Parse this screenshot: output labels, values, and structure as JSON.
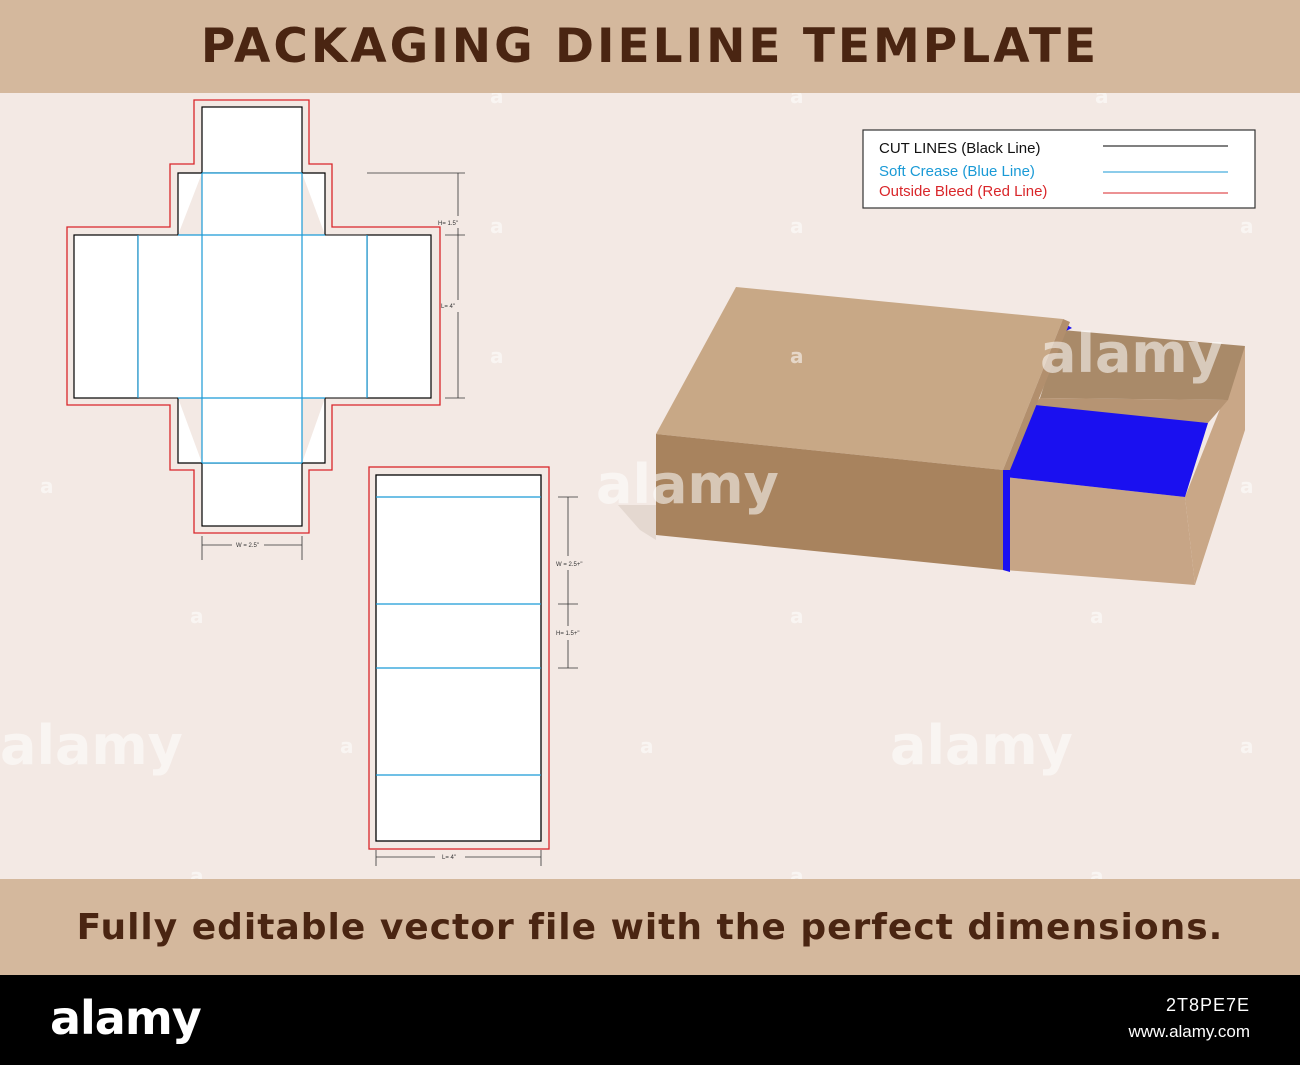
{
  "header": {
    "title": "PACKAGING DIELINE TEMPLATE"
  },
  "legend": {
    "cut": "CUT LINES (Black Line)",
    "crease": "Soft Crease (Blue Line)",
    "bleed": "Outside Bleed (Red Line)"
  },
  "dimensions": {
    "tray_height": "H= 1.5\"",
    "tray_length": "L= 4\"",
    "tray_width": "W = 2.5\"",
    "sleeve_width": "W = 2.5+\"",
    "sleeve_height": "H= 1.5+\"",
    "sleeve_length": "L= 4\""
  },
  "footer": {
    "tagline": "Fully editable vector file with the perfect dimensions."
  },
  "brandbar": {
    "logo": "alamy",
    "image_id": "2T8PE7E",
    "site": "www.alamy.com"
  },
  "watermark": {
    "word": "alamy",
    "mark": "a"
  },
  "colors": {
    "header_bg": "#d4b89d",
    "page_bg": "#f3e9e4",
    "title_text": "#4a2512",
    "cut_line": "#000000",
    "crease_line": "#1a9ad6",
    "bleed_line": "#d9262a",
    "box_top": "#c8a886",
    "box_front": "#a8835e",
    "tray_inner": "#1a10f0"
  }
}
